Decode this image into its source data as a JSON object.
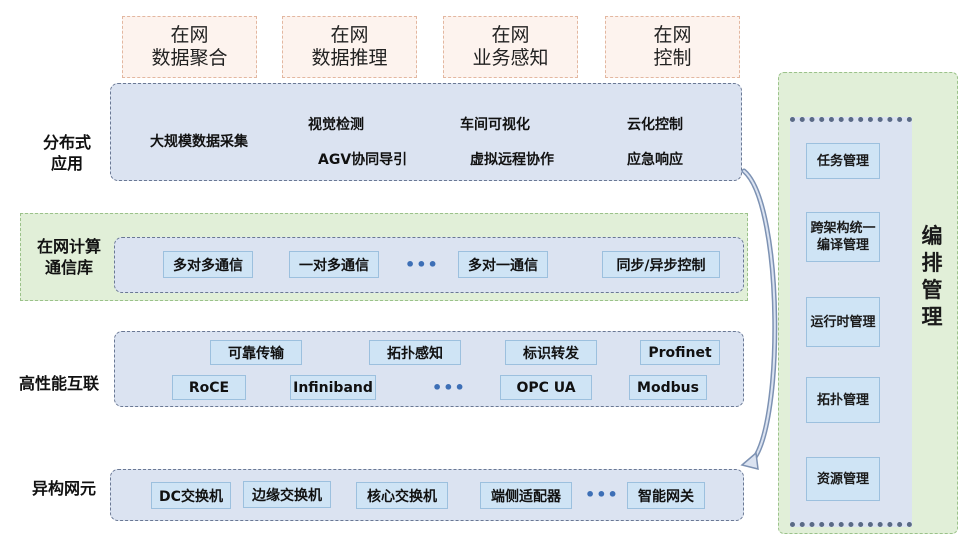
{
  "top_row": [
    "在网\n数据聚合",
    "在网\n数据推理",
    "在网\n业务感知",
    "在网\n控制"
  ],
  "layers": {
    "distributed_apps": {
      "label": "分布式\n应用",
      "items": {
        "big_data": "大规模数据采集",
        "visual": "视觉检测",
        "agv": "AGV协同导引",
        "workshop": "车间可视化",
        "virtual_remote": "虚拟远程协作",
        "cloud_control": "云化控制",
        "emergency": "应急响应"
      }
    },
    "comm_library": {
      "label": "在网计算\n通信库",
      "items": [
        "多对多通信",
        "一对多通信",
        "多对一通信",
        "同步/异步控制"
      ],
      "ellipsis": "•••"
    },
    "interconnect": {
      "label": "高性能互联",
      "row1": [
        "可靠传输",
        "拓扑感知",
        "标识转发",
        "Profinet"
      ],
      "row2": [
        "RoCE",
        "Infiniband",
        "OPC UA",
        "Modbus"
      ],
      "ellipsis": "•••"
    },
    "hetero_elements": {
      "label": "异构网元",
      "items": [
        "DC交换机",
        "边缘交换机",
        "核心交换机",
        "端侧适配器",
        "智能网关"
      ],
      "ellipsis": "•••"
    }
  },
  "orchestration": {
    "title": "编\n排\n管\n理",
    "items": [
      "任务管理",
      "跨架构统一\n编译管理",
      "运行时管理",
      "拓扑管理",
      "资源管理"
    ]
  },
  "colors": {
    "layer_fill": "#dbe3f1",
    "chip_fill": "#cfe4f5",
    "green_band": "#e1efd8",
    "top_box_fill": "#fdf3ee"
  }
}
